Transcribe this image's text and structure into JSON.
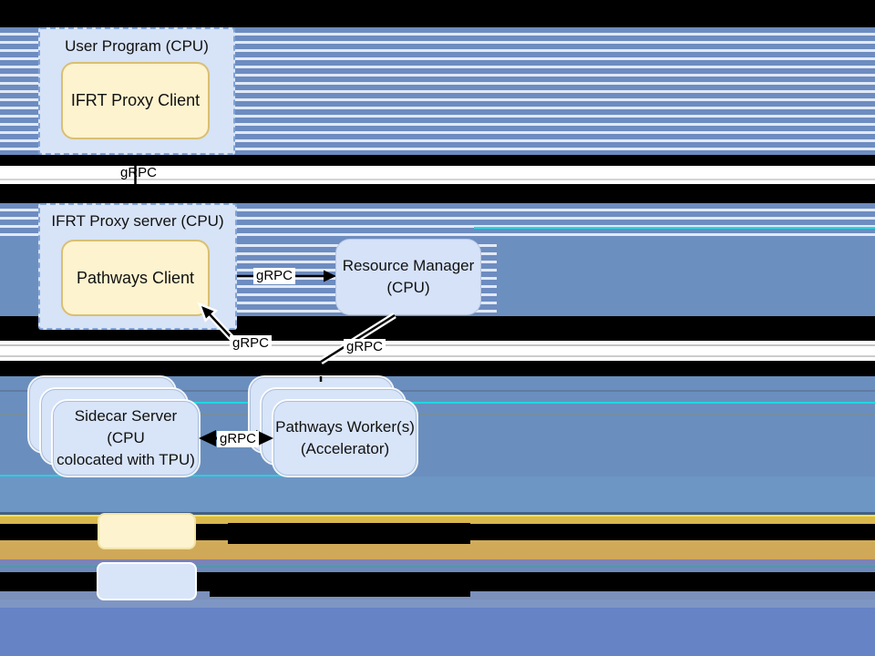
{
  "diagram": {
    "user_program": {
      "title": "User Program (CPU)",
      "child": "IFRT Proxy Client"
    },
    "proxy_server": {
      "title": "IFRT Proxy server (CPU)",
      "child": "Pathways Client"
    },
    "resource_manager": {
      "line1": "Resource Manager",
      "line2": "(CPU)"
    },
    "sidecar_server": {
      "line1": "Sidecar Server (CPU",
      "line2": "colocated with TPU)"
    },
    "pathways_workers": {
      "line1": "Pathways Worker(s)",
      "line2": "(Accelerator)"
    },
    "grpc_labels": {
      "client_to_proxy": "gRPC",
      "client_rm": "gRPC",
      "server_down": "gRPC",
      "rm_down": "gRPC",
      "sidecar_worker": "gRPC"
    }
  },
  "legend": {
    "items": [
      {
        "swatch": "yellow",
        "swatch_color": "#fdf3cf",
        "label_obscured": true
      },
      {
        "swatch": "blue",
        "swatch_color": "#d8e4f8",
        "label_obscured": true
      }
    ]
  },
  "colors": {
    "stripe_blue": "#6d8cc0",
    "stripe_light": "#e1e9f6",
    "panel_blue": "#6b8fbf",
    "panel_blue_light": "#6e96c5",
    "panel_periwinkle": "#6683c5",
    "gold": "#d2ad55",
    "yellow_line": "#ffe63a",
    "purple_row": "#7d82b5",
    "cyan_line": "#16e0e6",
    "node_yellow": "#fdf3cf",
    "node_blue": "#d6e2f8",
    "black_band": "#000000"
  }
}
